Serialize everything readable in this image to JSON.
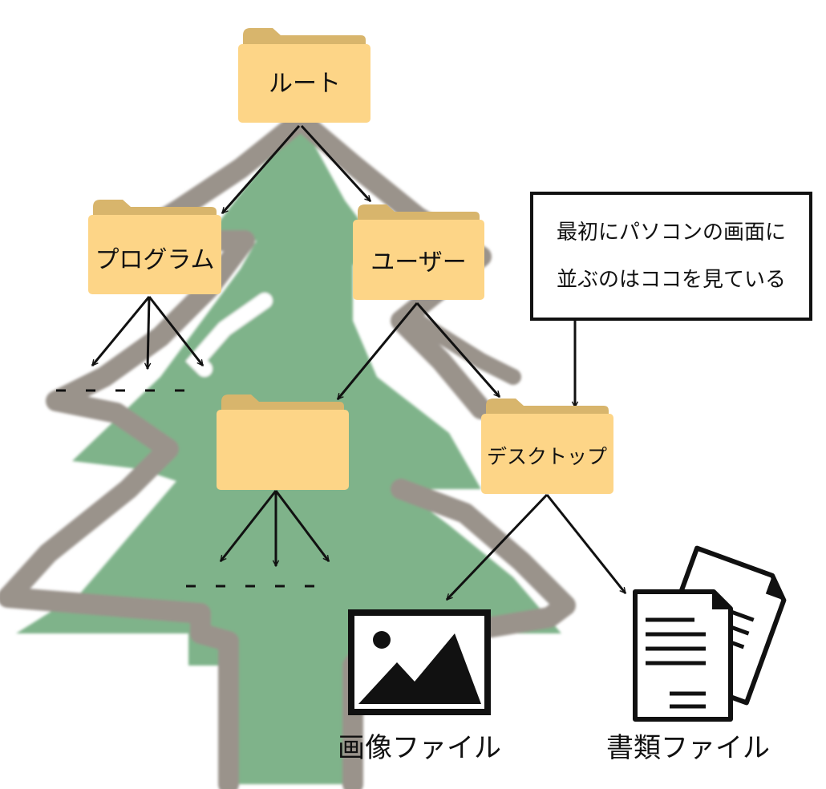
{
  "folders": {
    "root": "ルート",
    "program": "プログラム",
    "user": "ユーザー",
    "unnamed": "",
    "desktop": "デスクトップ"
  },
  "note": {
    "line1": "最初にパソコンの画面に",
    "line2": "並ぶのはココを見ている"
  },
  "files": {
    "image": "画像ファイル",
    "document": "書類ファイル"
  },
  "colors": {
    "tree_fill": "#7fb38a",
    "tree_outline": "#9a938b",
    "folder_body": "#fdd587",
    "folder_tab": "#d8b56c",
    "ink": "#111111"
  },
  "icons": {
    "folder": "folder-icon",
    "image": "image-file-icon",
    "document": "document-file-icon"
  }
}
